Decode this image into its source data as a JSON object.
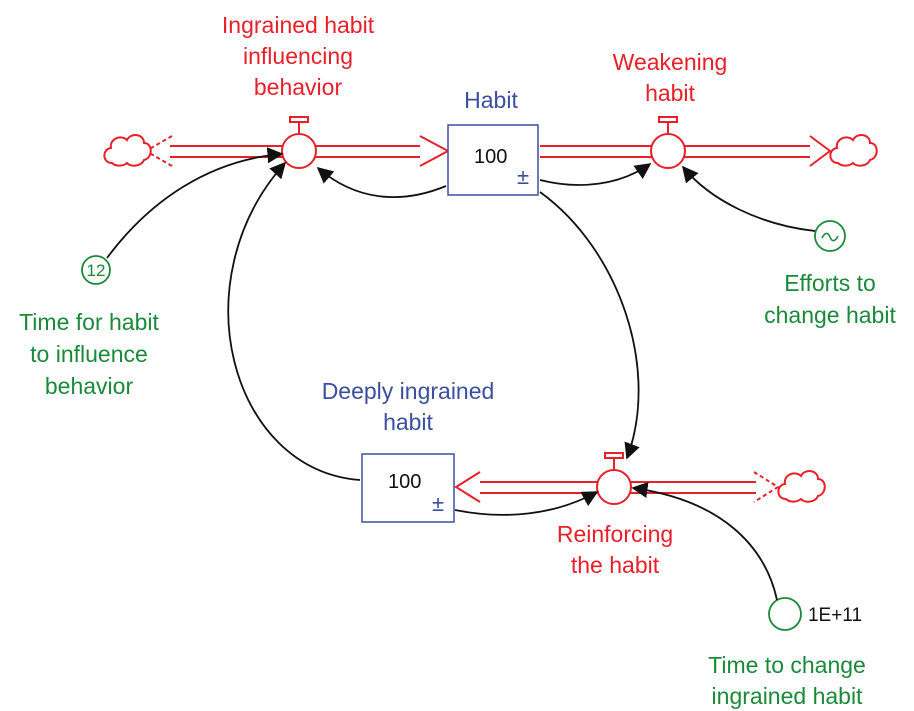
{
  "colors": {
    "flow": "#e8202a",
    "stock": "#3b4fa0",
    "auxiliary": "#1a8a3a",
    "link": "#111111"
  },
  "stocks": {
    "habit": {
      "label": "Habit",
      "value": "100",
      "sign": "±"
    },
    "deep": {
      "label_line1": "Deeply ingrained",
      "label_line2": "habit",
      "value": "100",
      "sign": "±"
    }
  },
  "flows": {
    "ingrained": {
      "line1": "Ingrained habit",
      "line2": "influencing",
      "line3": "behavior"
    },
    "weakening": {
      "line1": "Weakening",
      "line2": "habit"
    },
    "reinforcing": {
      "line1": "Reinforcing",
      "line2": "the habit"
    }
  },
  "auxiliaries": {
    "time_influence": {
      "value": "12",
      "line1": "Time for habit",
      "line2": "to influence",
      "line3": "behavior"
    },
    "efforts": {
      "icon": "wave-icon",
      "line1": "Efforts to",
      "line2": "change habit"
    },
    "time_change": {
      "value": "1E+11",
      "line1": "Time to change",
      "line2": "ingrained habit"
    }
  }
}
